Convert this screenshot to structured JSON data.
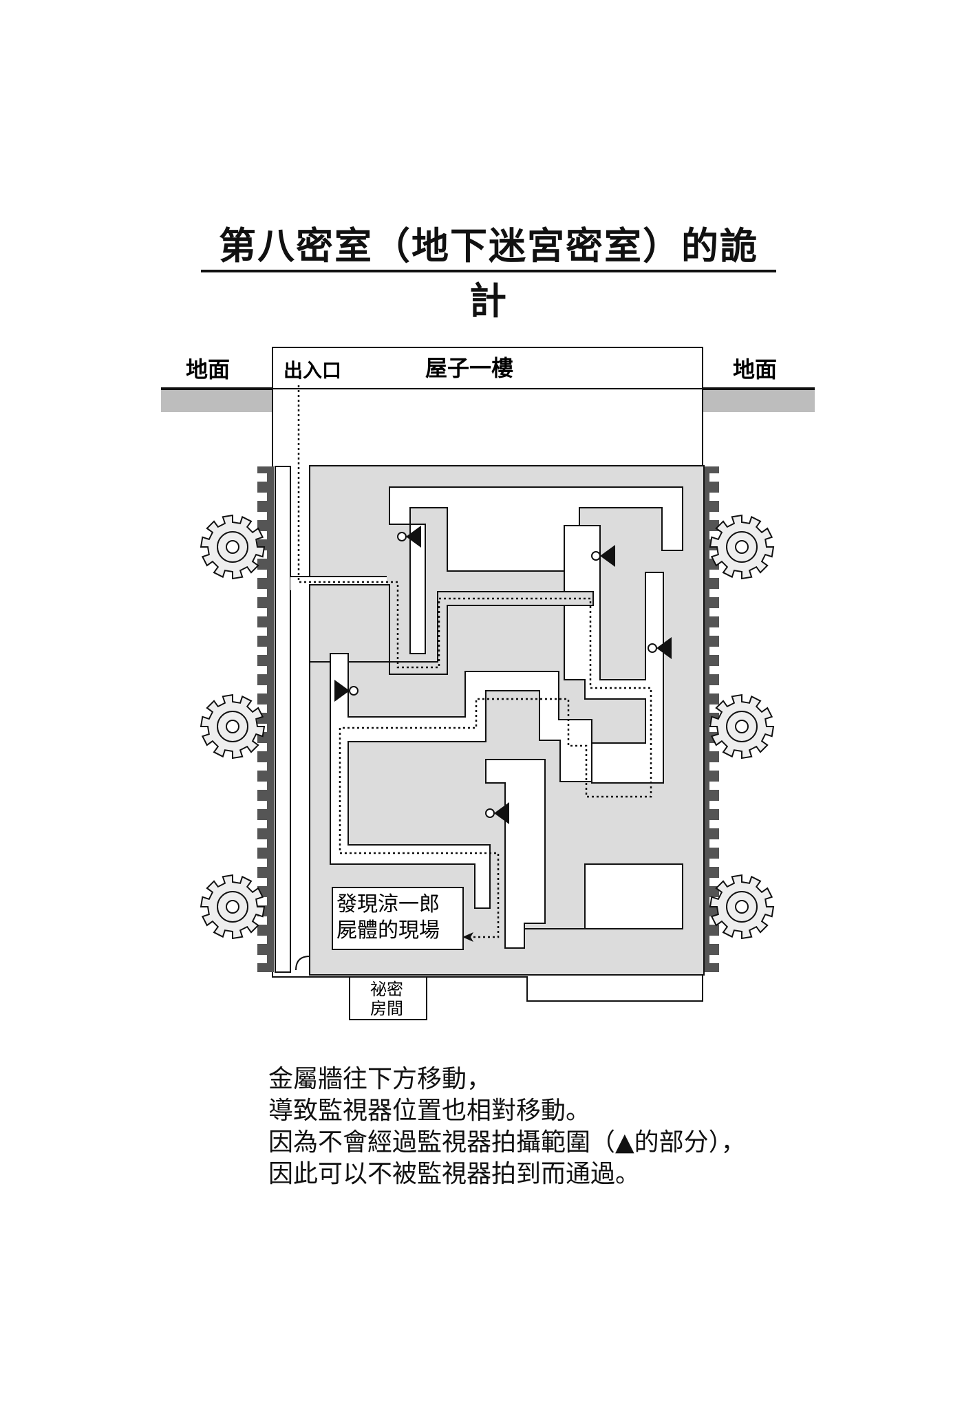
{
  "title": "第八密室（地下迷宮密室）的詭計",
  "diagram": {
    "ground_left": "地面",
    "ground_right": "地面",
    "entrance": "出入口",
    "first_floor": "屋子一樓",
    "body_found_line1": "發現涼一郎",
    "body_found_line2": "屍體的現場",
    "secret_room_line1": "祕密",
    "secret_room_line2": "房間",
    "camera_count": 5,
    "gear_count": 6
  },
  "caption": [
    "金屬牆往下方移動，",
    "導致監視器位置也相對移動。",
    "因為不會經過監視器拍攝範圍（▲的部分），",
    "因此可以不被監視器拍到而通過。"
  ],
  "colors": {
    "maze_fill": "#dcdcdc",
    "ground": "#bdbdbd",
    "line": "#111111",
    "wall": "#555555"
  }
}
